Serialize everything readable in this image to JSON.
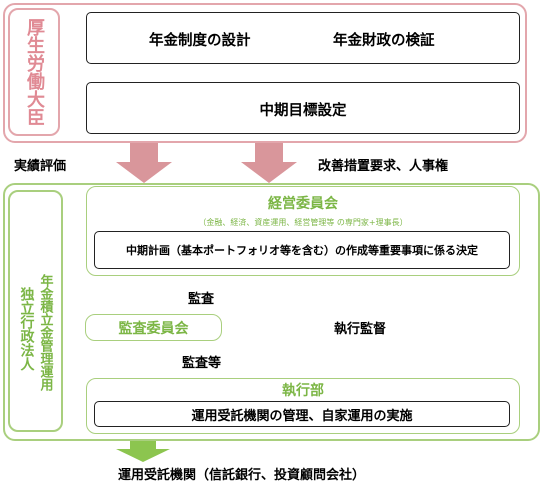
{
  "ministry": {
    "label": "厚生労働大臣",
    "design": "年金制度の設計",
    "verify": "年金財政の検証",
    "midterm": "中期目標設定"
  },
  "flows": {
    "performance": "実績評価",
    "improvement": "改善措置要求、人事権"
  },
  "corporation": {
    "label_line1": "年金積立金管理運用",
    "label_line2": "独立行政法人",
    "committee_title": "経営委員会",
    "committee_members": "（金融、経済、資産運用、経営管理等 の専門家+理事長）",
    "committee_decision": "中期計画（基本ポートフォリオ等を含む）の作成等重要事項に係る決定",
    "audit_label": "監査",
    "audit_committee": "監査委員会",
    "audit_etc_label": "監査等",
    "execution_supervision": "執行監督",
    "exec_title": "執行部",
    "exec_task": "運用受託機関の管理、自家運用の実施"
  },
  "external": {
    "managers": "運用受託機関（信託銀行、投資顧問会社）"
  },
  "colors": {
    "ministry_border": "#e3a6ac",
    "ministry_text": "#e08a94",
    "pink_arrow": "#d9969b",
    "green_border": "#a9cf7e",
    "green_arrow": "#8cc54f",
    "green_text": "#7cb646"
  }
}
